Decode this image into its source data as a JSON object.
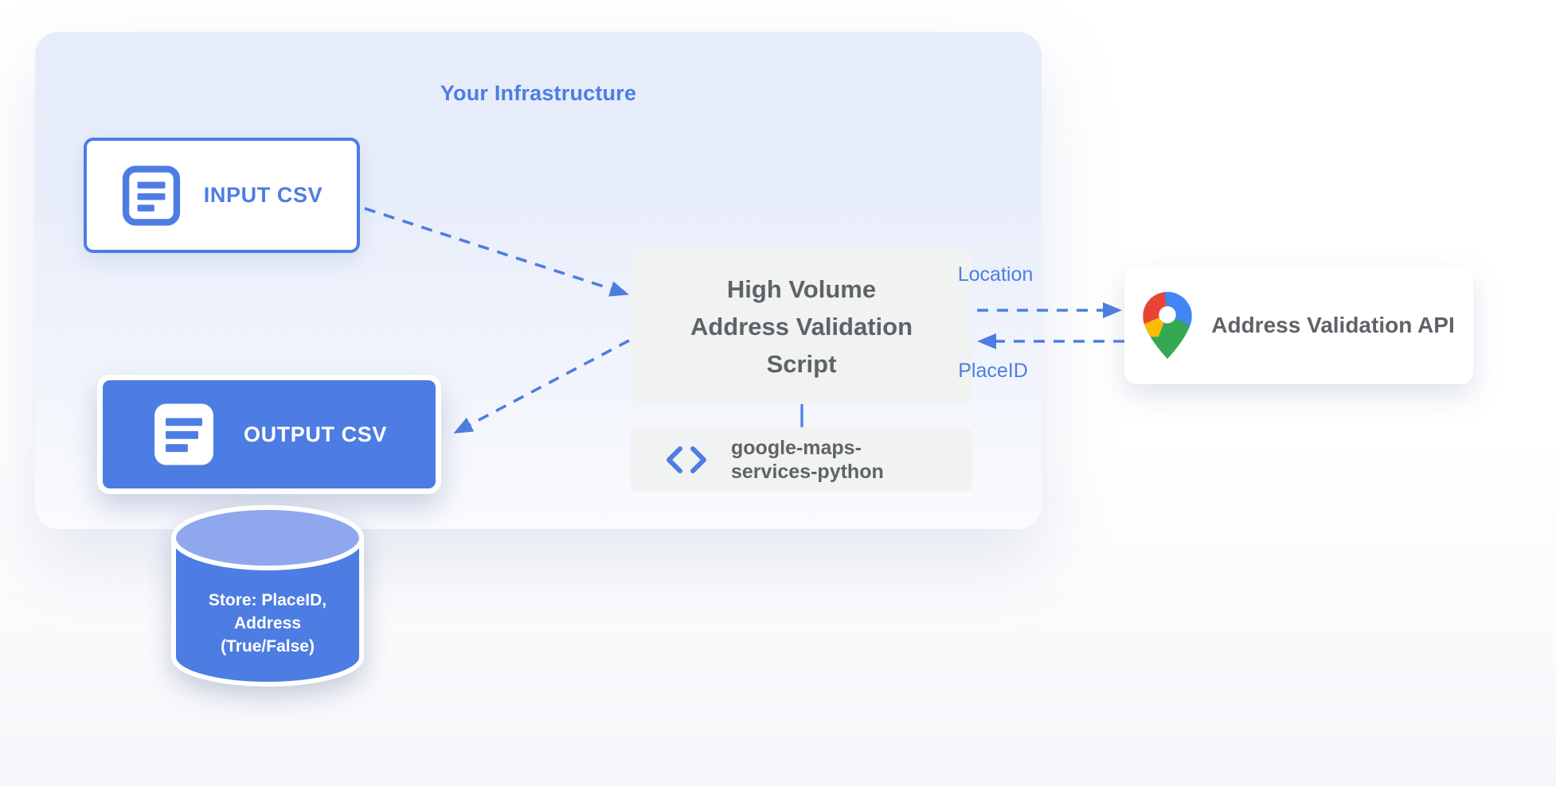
{
  "title": "Your Infrastructure",
  "palette": {
    "primary_blue": "#4d7de2",
    "container_fill_top": "#e6ecfa",
    "node_gray_fill": "#f1f2f2",
    "node_text_gray": "#5f6368",
    "cylinder_top_fill": "#8fa7ec",
    "pin_red": "#ea4335",
    "pin_blue": "#4285f4",
    "pin_yellow": "#fbbc04",
    "pin_green": "#34a853"
  },
  "nodes": {
    "input_csv": {
      "label": "INPUT CSV",
      "icon": "document-icon"
    },
    "output_csv": {
      "label": "OUTPUT CSV",
      "icon": "document-icon"
    },
    "script": {
      "lines": [
        "High Volume",
        "Address Validation",
        "Script"
      ]
    },
    "library": {
      "lines": [
        "google-maps-",
        "services-python"
      ],
      "icon": "code-icon"
    },
    "api": {
      "label": "Address Validation API",
      "icon": "google-maps-pin-icon"
    },
    "datastore": {
      "lines": [
        "Store: PlaceID,",
        "Address",
        "(True/False)"
      ]
    }
  },
  "edge_labels": {
    "location": "Location",
    "placeid": "PlaceID"
  }
}
